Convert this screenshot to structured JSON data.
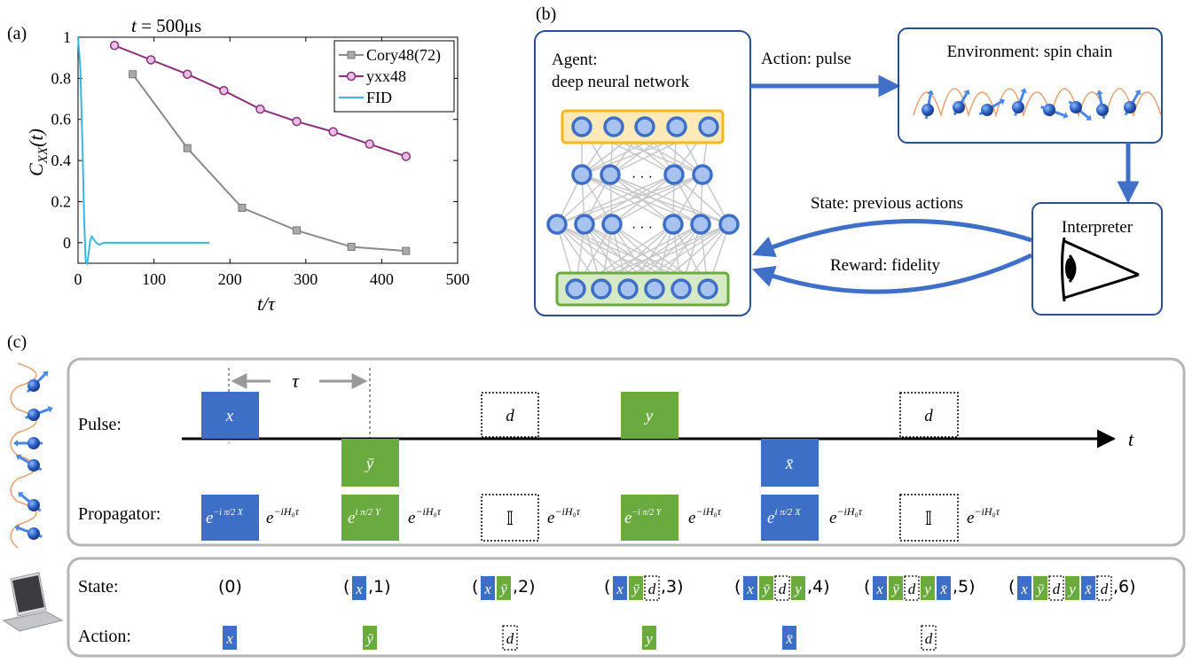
{
  "panel_a": {
    "label": "(a)",
    "time_note_prefix": "t",
    "time_note_value": " = 500μs",
    "chart_data": {
      "type": "line",
      "xlabel": "t/τ",
      "ylabel": "C_XX(t)",
      "ylabel_main": "C",
      "ylabel_sub": "XX",
      "ylabel_tail": "(t)",
      "xlim": [
        0,
        500
      ],
      "ylim": [
        -0.1,
        1.0
      ],
      "x_ticks": [
        "0",
        "100",
        "200",
        "300",
        "400",
        "500"
      ],
      "y_ticks": [
        "0",
        "0.2",
        "0.4",
        "0.6",
        "0.8",
        "1"
      ],
      "legend_position": "top-right",
      "series": [
        {
          "name": "Cory48(72)",
          "color": "#8a8a8a",
          "marker": "square",
          "x": [
            72,
            144,
            216,
            288,
            360,
            432
          ],
          "y": [
            0.82,
            0.46,
            0.17,
            0.06,
            -0.02,
            -0.04
          ]
        },
        {
          "name": "yxx48",
          "color": "#8b2f7a",
          "marker": "circle",
          "x": [
            48,
            96,
            144,
            192,
            240,
            288,
            336,
            384,
            432
          ],
          "y": [
            0.96,
            0.89,
            0.82,
            0.74,
            0.65,
            0.59,
            0.54,
            0.48,
            0.42
          ]
        },
        {
          "name": "FID",
          "color": "#38b6e3",
          "marker": "none",
          "x": [
            0,
            3,
            6,
            8,
            10,
            12,
            14,
            16,
            18,
            20,
            24,
            28,
            34,
            40,
            60,
            100,
            140,
            173
          ],
          "y": [
            1.0,
            0.85,
            0.45,
            0.12,
            -0.09,
            -0.1,
            -0.05,
            0.01,
            0.03,
            0.02,
            0.0,
            -0.01,
            0.0,
            0.0,
            0.0,
            0.0,
            0.0,
            0.0
          ]
        }
      ]
    }
  },
  "panel_b": {
    "label": "(b)",
    "agent_line1": "Agent:",
    "agent_line2": "deep neural network",
    "action_label": "Action: pulse",
    "environment_label": "Environment: spin chain",
    "interpreter_label": "Interpreter",
    "state_label": "State: previous actions",
    "reward_label": "Reward: fidelity",
    "dots": "· · ·"
  },
  "panel_c": {
    "label": "(c)",
    "tau_label": "τ",
    "pulse_label": "Pulse:",
    "propagator_label": "Propagator:",
    "time_axis_label": "t",
    "pulse_x": "x",
    "pulse_y": "y",
    "pulse_ybar": "ȳ",
    "pulse_xbar": "x̄",
    "pulse_d": "d",
    "free_evolution": "e",
    "free_evolution_exp": "−iH₀τ",
    "rot_base": "e",
    "rot_x_exp": "−i π/2 X",
    "rot_ybar_exp": "i π/2 Y",
    "rot_y_exp": "−i π/2 Y",
    "rot_xbar_exp": "i π/2 X",
    "identity": "𝕀",
    "state_label": "State:",
    "action_label": "Action:",
    "state0": "(0)",
    "idx1": ",1)",
    "idx2": ",2)",
    "idx3": ",3)",
    "idx4": ",4)",
    "idx5": ",5)",
    "idx6": ",6)",
    "open_paren": "(",
    "colors": {
      "blue": "#3d6fc6",
      "green": "#6aab3f",
      "gray_frame": "#b5b5b5"
    }
  }
}
